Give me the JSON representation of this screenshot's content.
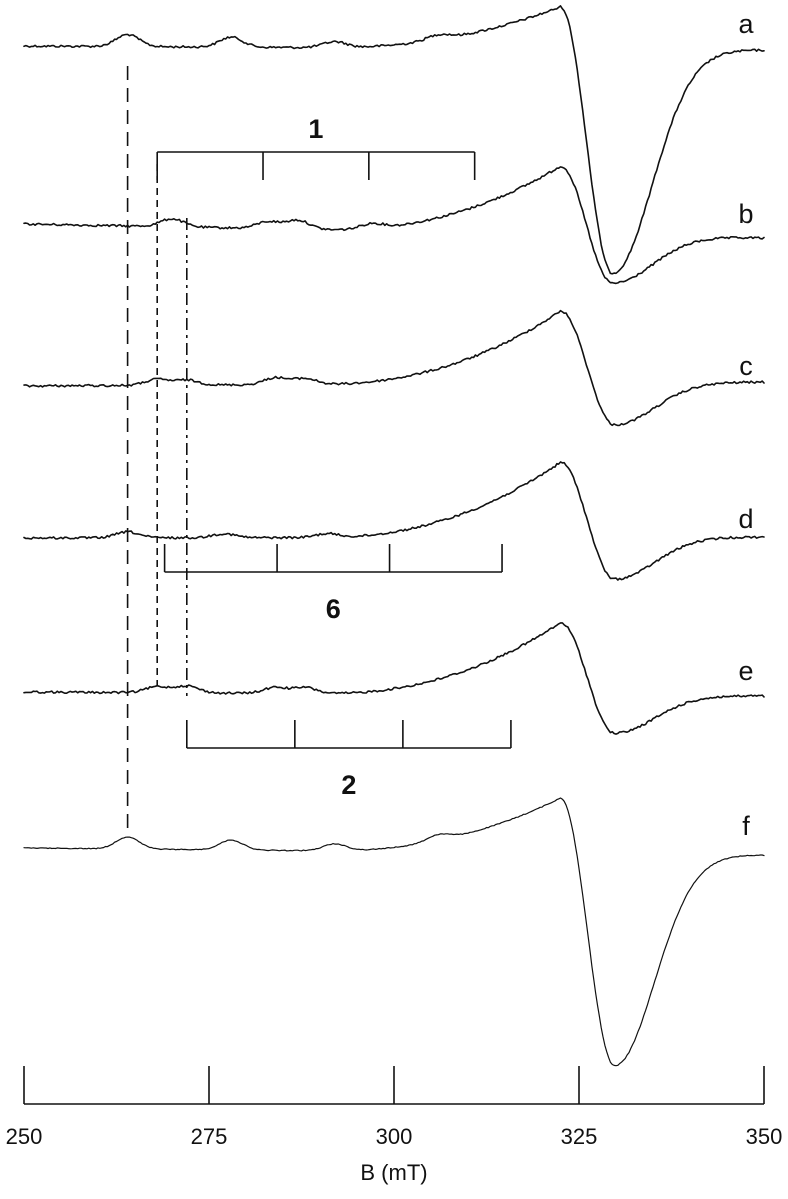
{
  "chart_data": {
    "type": "line",
    "xlabel": "B (mT)",
    "ylabel": "",
    "xlim": [
      250,
      350
    ],
    "x_ticks": [
      250,
      275,
      300,
      325,
      350
    ],
    "offset_traces": true,
    "grid": false,
    "series": [
      {
        "name": "a",
        "baseline_field": 300,
        "features": {
          "min_field": 329.5,
          "max_field": 322.5
        }
      },
      {
        "name": "b",
        "baseline_field": 300,
        "features": {
          "min_field": 329.5,
          "max_field": 322.5
        }
      },
      {
        "name": "c",
        "baseline_field": 300,
        "features": {
          "min_field": 329.8,
          "max_field": 322.5
        }
      },
      {
        "name": "d",
        "baseline_field": 300,
        "features": {
          "min_field": 329.8,
          "max_field": 322.5
        }
      },
      {
        "name": "e",
        "baseline_field": 300,
        "features": {
          "min_field": 329.8,
          "max_field": 322.5
        }
      },
      {
        "name": "f",
        "baseline_field": 300,
        "features": {
          "min_field": 329.8,
          "max_field": 322.5
        }
      }
    ],
    "hyperfine_brackets": [
      {
        "label": "1",
        "start": 268,
        "spacing": 14.3,
        "count": 4
      },
      {
        "label": "6",
        "start": 269,
        "spacing": 15.2,
        "count": 4
      },
      {
        "label": "2",
        "start": 272,
        "spacing": 14.6,
        "count": 4
      }
    ],
    "guide_lines": [
      {
        "field": 264,
        "style": "long-dash"
      },
      {
        "field": 268,
        "style": "short-dash"
      },
      {
        "field": 272,
        "style": "dash-dot"
      }
    ]
  }
}
